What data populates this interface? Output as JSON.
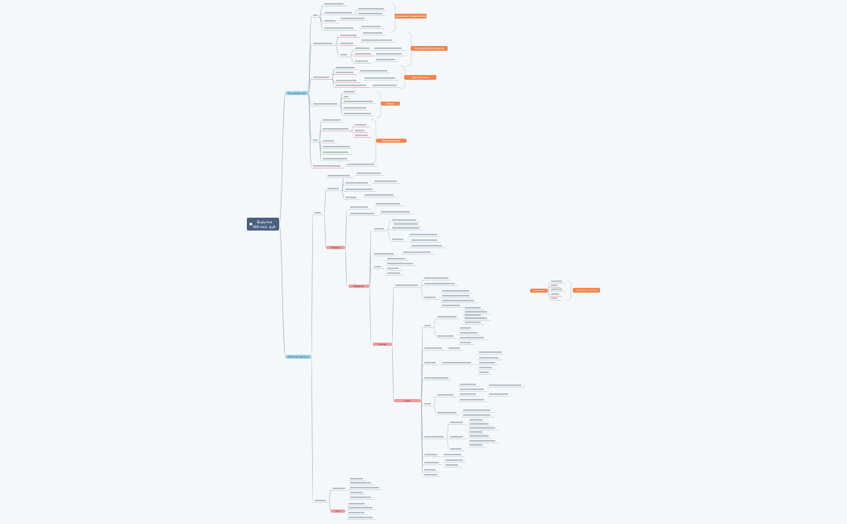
{
  "root": {
    "label_line1": "Выручка",
    "label_line2": "400 млн. руб.",
    "color": "#4a6080"
  },
  "branches": [
    {
      "label": "Расширение сети",
      "color": "#9cd0e6"
    },
    {
      "label": "Маркетинговый рост",
      "color": "#9cd0e6"
    }
  ],
  "callouts": [
    {
      "label": "Планирование и создание компании",
      "color": "#f0874f"
    },
    {
      "label": "Построение рабочих процессов",
      "color": "#f0874f"
    },
    {
      "label": "Запуск франшизы",
      "color": "#f0874f"
    },
    {
      "label": "Контроль",
      "color": "#f0874f"
    },
    {
      "label": "Масштабирование",
      "color": "#f0874f"
    },
    {
      "label": "Узнаваемость",
      "color": "#f0874f"
    },
    {
      "label": "Привлечение клиентов",
      "color": "#f0874f"
    }
  ],
  "sections": [
    {
      "label": "Продажи",
      "color": "#f09a9a"
    },
    {
      "label": "Маркетинг",
      "color": "#f09a9a"
    },
    {
      "label": "Реклама",
      "color": "#f09a9a"
    },
    {
      "label": "Digital",
      "color": "#f09a9a"
    },
    {
      "label": "Бренд",
      "color": "#f09a9a"
    }
  ]
}
